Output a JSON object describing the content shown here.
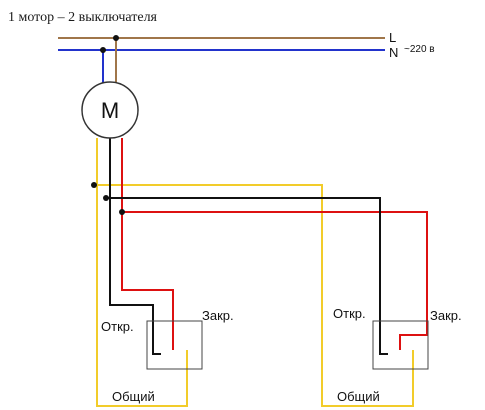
{
  "title": "1 мотор – 2 выключателя",
  "mains": {
    "line_label": "L",
    "neutral_label": "N",
    "voltage_label": "~220 в"
  },
  "motor": {
    "label": "M"
  },
  "switches": [
    {
      "open_label": "Откр.",
      "close_label": "Закр.",
      "common_label": "Общий"
    },
    {
      "open_label": "Откр.",
      "close_label": "Закр.",
      "common_label": "Общий"
    }
  ],
  "colors": {
    "line_wire": "#a0764a",
    "neutral_wire": "#2233cc",
    "yellow_wire": "#f2cc2a",
    "red_wire": "#dd1111",
    "black_wire": "#111111",
    "node_dot": "#111111",
    "switch_box": "#444444"
  }
}
